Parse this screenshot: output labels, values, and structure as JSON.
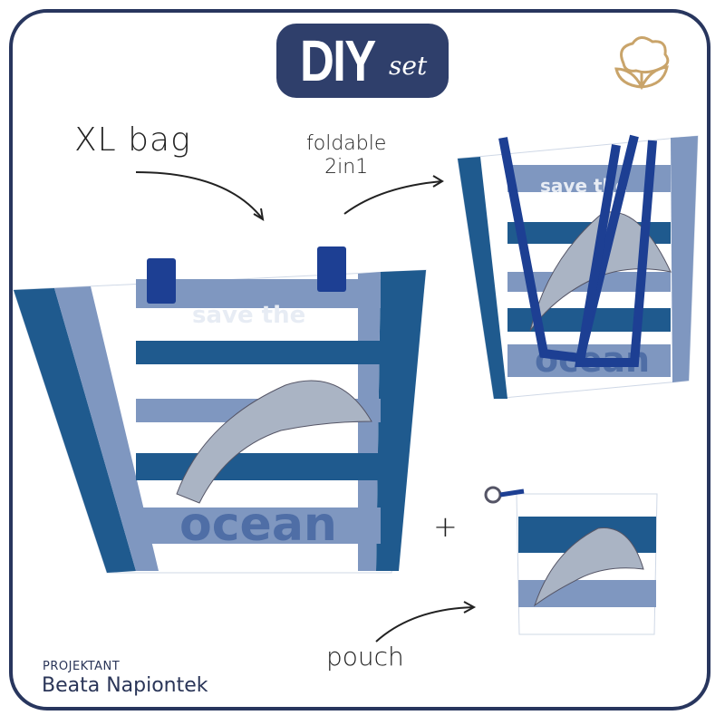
{
  "badge": {
    "main": "DIY",
    "script": "set"
  },
  "logo_icon": "cotton-flower-icon",
  "labels": {
    "xl_bag": "XL bag",
    "foldable_line1": "foldable",
    "foldable_line2": "2in1",
    "plus": "+",
    "pouch": "pouch"
  },
  "print": {
    "save_the": "save the",
    "ocean": "ocean"
  },
  "designer": {
    "label": "PROJEKTANT",
    "name": "Beata Napiontek"
  },
  "colors": {
    "frame": "#28365e",
    "navy": "#1f5a8e",
    "stripe_light": "#7f97c0",
    "strap": "#1d3f93",
    "cotton": "#c9a46a"
  }
}
